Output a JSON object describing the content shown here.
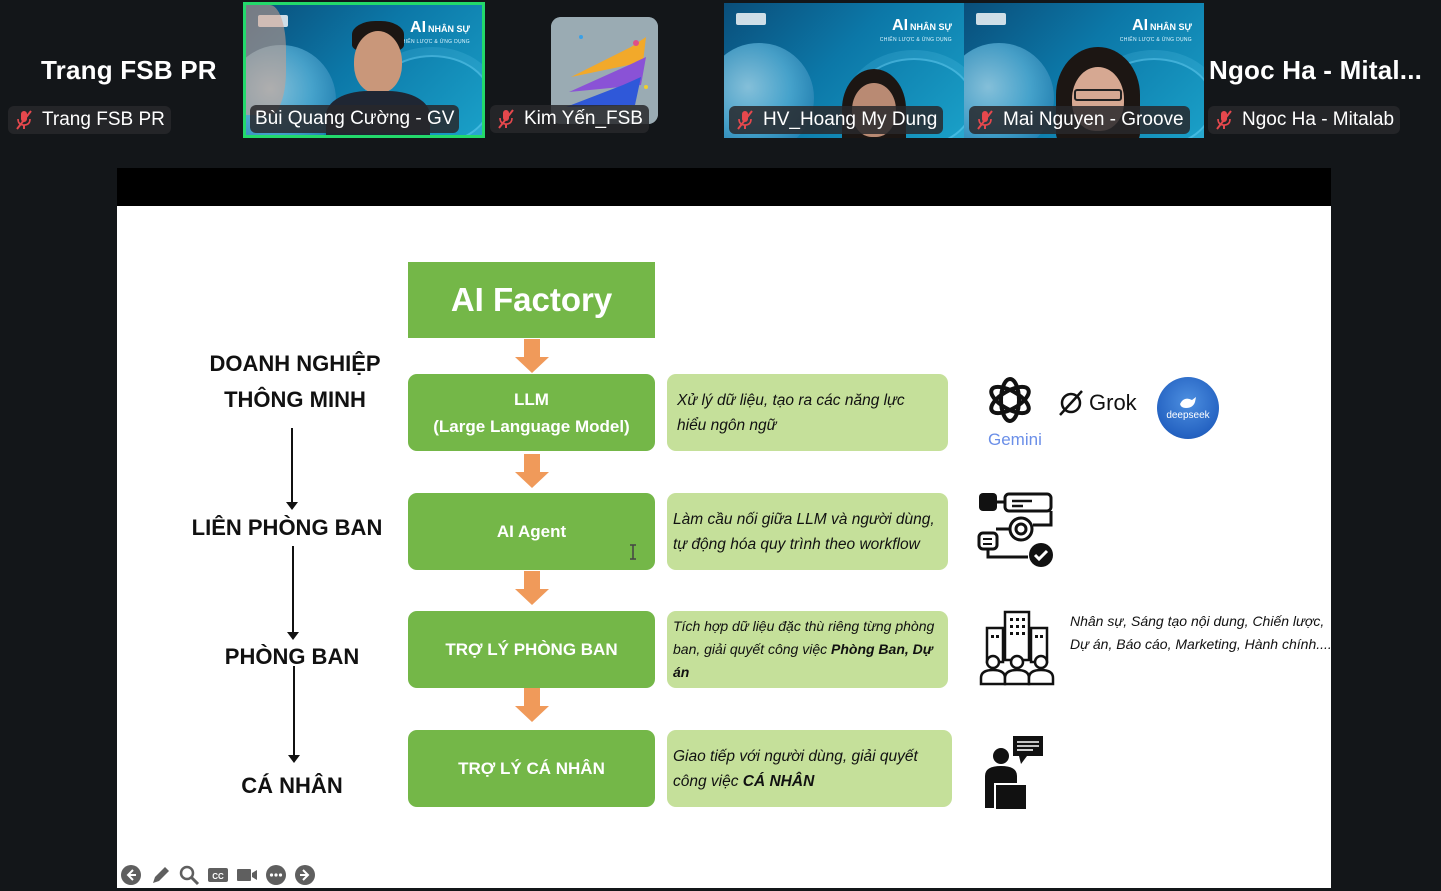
{
  "gallery": {
    "participants": [
      {
        "name": "Trang FSB PR",
        "display_name": "Trang FSB PR",
        "muted": true,
        "video": false
      },
      {
        "name": "Bùi Quang Cường - GV",
        "muted": false,
        "video": true,
        "active_speaker": true
      },
      {
        "name": "Kim Yến_FSB",
        "muted": true,
        "video": false,
        "avatar": "trumpets-image"
      },
      {
        "name": "HV_Hoang My Dung",
        "muted": true,
        "video": true
      },
      {
        "name": "Mai Nguyen - Groove",
        "muted": true,
        "video": true
      },
      {
        "name": "Ngoc Ha - Mitalab",
        "display_name": "Ngoc Ha - Mital...",
        "muted": true,
        "video": false
      }
    ],
    "virtual_background": {
      "brand": "AI",
      "brand_suffix": "NHÂN SỰ",
      "subtitle": "CHIẾN LƯỢC & ỨNG DỤNG"
    },
    "active_speaker_color": "#23d96b",
    "muted_icon_color": "#e5484d"
  },
  "slide": {
    "levels": [
      "DOANH NGHIỆP\nTHÔNG MINH",
      "LIÊN PHÒNG BAN",
      "PHÒNG BAN",
      "CÁ NHÂN"
    ],
    "level_lines": [
      "DOANH NGHIỆP",
      "THÔNG MINH"
    ],
    "factory_title": "AI Factory",
    "boxes": [
      {
        "title": "LLM",
        "subtitle": "(Large Language Model)",
        "desc": "Xử lý dữ liệu, tạo ra các năng lực hiểu ngôn ngữ"
      },
      {
        "title": "AI Agent",
        "desc": "Làm cầu nối giữa LLM và người dùng, tự động hóa quy trình theo workflow"
      },
      {
        "title": "TRỢ LÝ PHÒNG BAN",
        "desc_parts": [
          "Tích hợp dữ liệu đặc thù riêng từng phòng ban, giải quyết công việc ",
          "Phòng Ban, Dự án"
        ]
      },
      {
        "title": "TRỢ LÝ CÁ NHÂN",
        "desc_parts": [
          "Giao tiếp với người dùng, giải quyết công việc ",
          "CÁ NHÂN"
        ]
      }
    ],
    "logos": {
      "gemini": "Gemini",
      "grok": "Grok",
      "deepseek": "deepseek"
    },
    "departments_text": "Nhân sự, Sáng tạo nội dung, Chiến lược, Dự án, Báo cáo, Marketing, Hành chính....",
    "colors": {
      "box_green": "#74b748",
      "desc_green": "#c5e09a",
      "arrow_orange": "#f09a5a"
    }
  },
  "slide_controls": [
    "previous-slide",
    "pen",
    "zoom",
    "captions",
    "video",
    "more-options",
    "next-slide"
  ]
}
